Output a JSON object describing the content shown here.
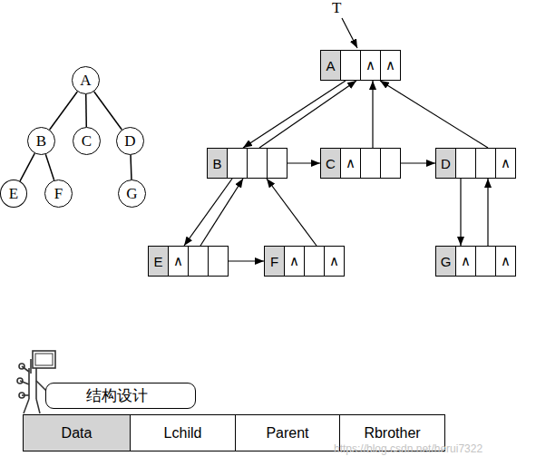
{
  "diagram": {
    "nodes": [
      {
        "text": [
          "A"
        ]
      },
      {
        "text": [
          "B"
        ]
      },
      {
        "text": [
          "C"
        ]
      },
      {
        "text": [
          "D"
        ]
      },
      {
        "text": [
          "E"
        ]
      },
      {
        "text": [
          "F"
        ]
      },
      {
        "text": [
          "G"
        ]
      },
      {
        "text": [
          "A",
          "∧",
          "∧"
        ]
      },
      {
        "text": [
          "B"
        ]
      },
      {
        "text": [
          "C",
          "∧"
        ]
      },
      {
        "text": [
          "D",
          "∧"
        ]
      },
      {
        "text": [
          "E",
          "∧"
        ]
      },
      {
        "text": [
          "F",
          "∧",
          "∧"
        ]
      },
      {
        "text": [
          "G",
          "∧",
          "∧"
        ]
      },
      {
        "text": [
          "结构设计"
        ]
      },
      {
        "text": [
          "Data"
        ]
      },
      {
        "text": [
          "Lchild"
        ]
      },
      {
        "text": [
          "Parent"
        ]
      },
      {
        "text": [
          "Rbrother"
        ]
      }
    ],
    "edges": [
      {
        "from": 0,
        "to": 1,
        "arrow": "none"
      },
      {
        "from": 0,
        "to": 2,
        "arrow": "none"
      },
      {
        "from": 0,
        "to": 3,
        "arrow": "none"
      },
      {
        "from": 1,
        "to": 4,
        "arrow": "none"
      },
      {
        "from": 1,
        "to": 5,
        "arrow": "none"
      },
      {
        "from": 3,
        "to": 6,
        "arrow": "none"
      },
      {
        "from": 7,
        "to": 8,
        "arrow": "to"
      },
      {
        "from": 8,
        "to": 7,
        "arrow": "to"
      },
      {
        "from": 8,
        "to": 9,
        "arrow": "to"
      },
      {
        "from": 9,
        "to": 7,
        "arrow": "to"
      },
      {
        "from": 9,
        "to": 10,
        "arrow": "to"
      },
      {
        "from": 10,
        "to": 7,
        "arrow": "to"
      },
      {
        "from": 8,
        "to": 11,
        "arrow": "to"
      },
      {
        "from": 11,
        "to": 8,
        "arrow": "to"
      },
      {
        "from": 11,
        "to": 12,
        "arrow": "to"
      },
      {
        "from": 12,
        "to": 8,
        "arrow": "to"
      },
      {
        "from": 10,
        "to": 13,
        "arrow": "to"
      },
      {
        "from": 13,
        "to": 10,
        "arrow": "to"
      }
    ],
    "labels": [
      "T",
      "https://blog.csdn.net/herui7322"
    ]
  }
}
